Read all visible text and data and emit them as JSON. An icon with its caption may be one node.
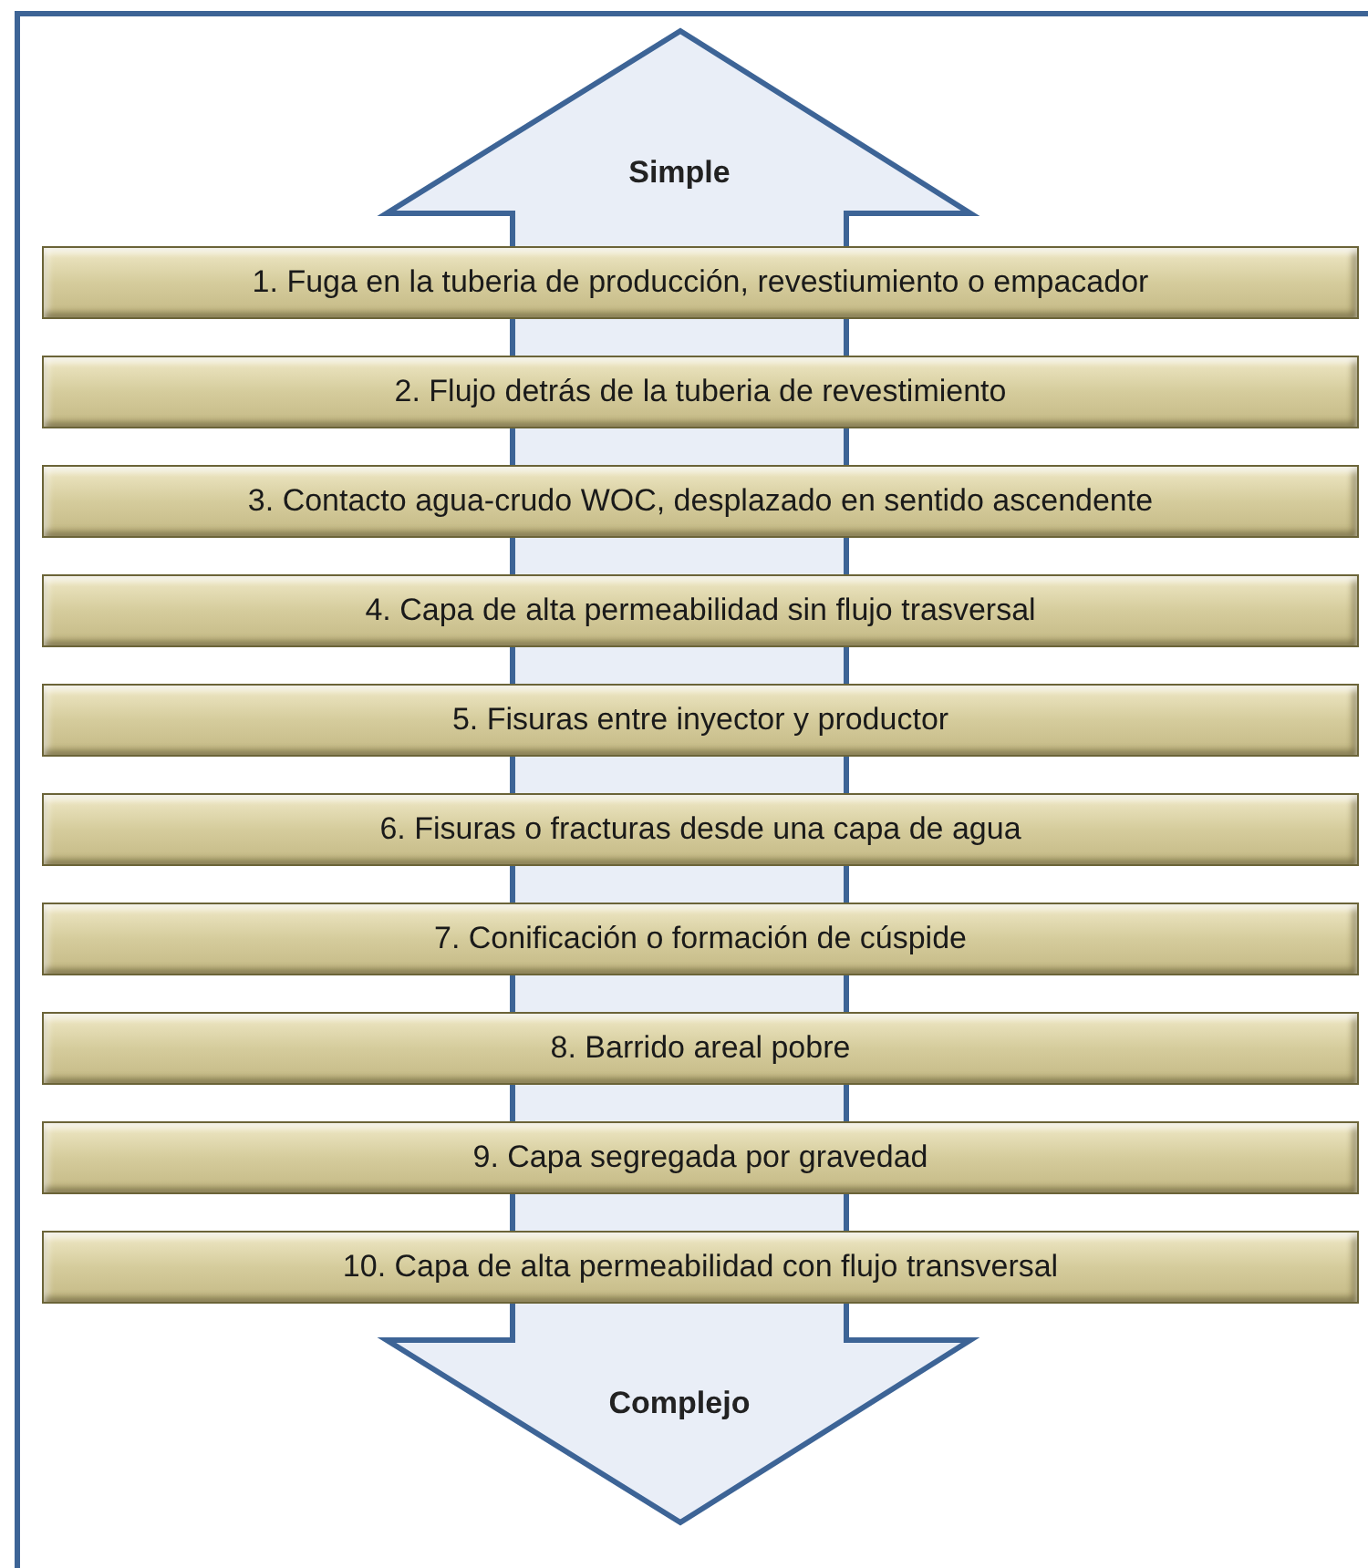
{
  "diagram": {
    "nodes": [
      {
        "text": [
          "1. Fuga en la tuberia de producción, revestiumiento o empacador"
        ]
      },
      {
        "text": [
          "2. Flujo detrás de la tuberia de revestimiento"
        ]
      },
      {
        "text": [
          "3. Contacto agua-crudo WOC, desplazado en sentido ascendente"
        ]
      },
      {
        "text": [
          "4. Capa de alta permeabilidad sin flujo trasversal"
        ]
      },
      {
        "text": [
          "5. Fisuras entre inyector y productor"
        ]
      },
      {
        "text": [
          "6. Fisuras o fracturas desde una capa de agua"
        ]
      },
      {
        "text": [
          "7. Conificación o formación de cúspide"
        ]
      },
      {
        "text": [
          "8. Barrido areal pobre"
        ]
      },
      {
        "text": [
          "9. Capa segregada por gravedad"
        ]
      },
      {
        "text": [
          "10. Capa de alta permeabilidad con flujo transversal"
        ]
      }
    ],
    "labels": [
      "Simple",
      "Complejo"
    ]
  }
}
